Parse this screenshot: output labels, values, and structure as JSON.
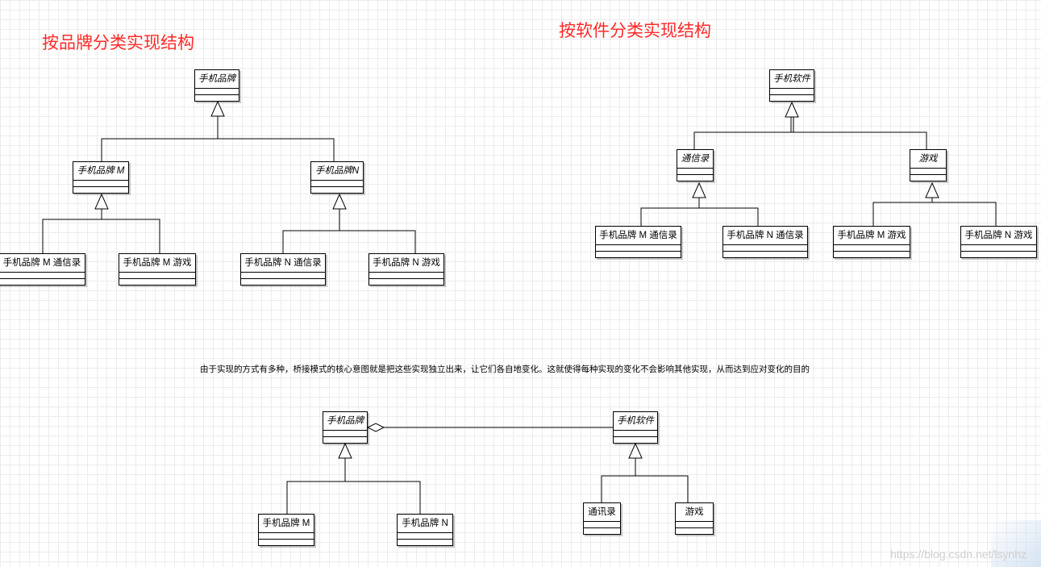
{
  "headings": {
    "by_brand": "按品牌分类实现结构",
    "by_software": "按软件分类实现结构"
  },
  "classes": {
    "brand_root": "手机品牌",
    "brand_m": "手机品牌 M",
    "brand_n": "手机品牌N",
    "brand_m_contacts": "手机品牌 M 通信录",
    "brand_m_game": "手机品牌 M 游戏",
    "brand_n_contacts": "手机品牌 N 通信录",
    "brand_n_game": "手机品牌 N 游戏",
    "soft_root": "手机软件",
    "soft_contacts": "通信录",
    "soft_game": "游戏",
    "soft_contacts_m": "手机品牌 M 通信录",
    "soft_contacts_n": "手机品牌 N 通信录",
    "soft_game_m": "手机品牌 M 游戏",
    "soft_game_n": "手机品牌 N 游戏",
    "bridge_brand": "手机品牌",
    "bridge_software": "手机软件",
    "bridge_brand_m": "手机品牌 M",
    "bridge_brand_n": "手机品牌 N",
    "bridge_contacts": "通讯录",
    "bridge_game": "游戏"
  },
  "caption": "由于实现的方式有多种，桥接模式的核心意图就是把这些实现独立出来，让它们各自地变化。这就使得每种实现的变化不会影响其他实现，从而达到应对变化的目的",
  "watermark": "https://blog.csdn.net/lsynhz"
}
